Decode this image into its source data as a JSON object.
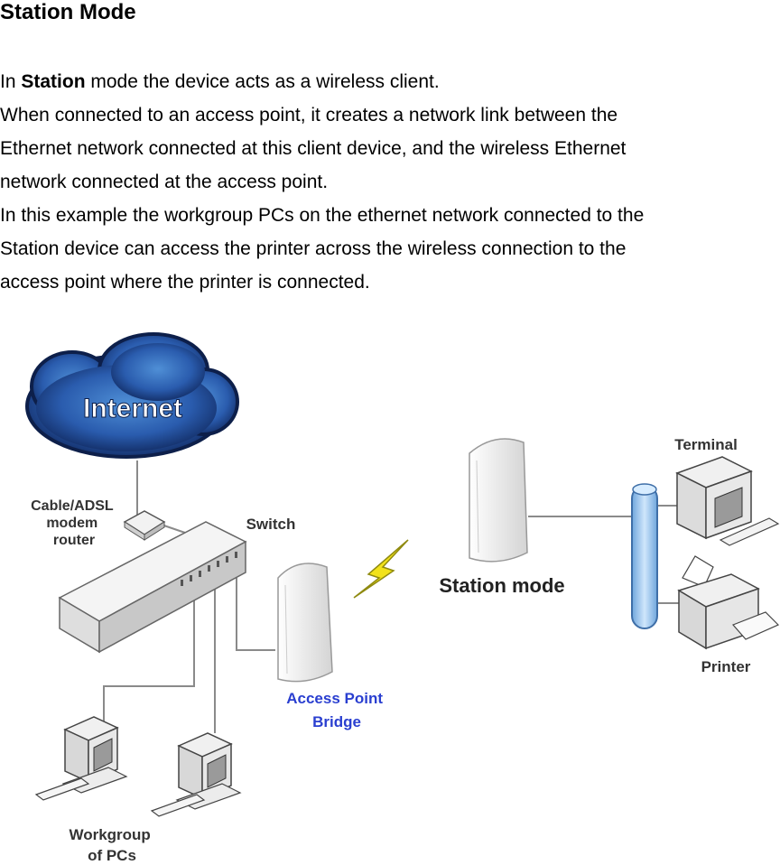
{
  "heading": "Station Mode",
  "intro": {
    "prefix": "In ",
    "bold": "Station",
    "suffix": " mode the device acts as a wireless client."
  },
  "lines": [
    "When connected to an access point, it creates a network link between the",
    "Ethernet network connected at this client device, and the wireless Ethernet",
    "network connected at the access point.",
    "In this example the workgroup PCs on the ethernet network connected to the",
    "Station device can access the printer across the wireless connection to the",
    "access point where the printer is connected."
  ],
  "diagram": {
    "internet": "Internet",
    "router": [
      "Cable/ADSL",
      "modem",
      "router"
    ],
    "switch": "Switch",
    "station_mode": "Station mode",
    "terminal": "Terminal",
    "printer": "Printer",
    "access_point": [
      "Access Point",
      "Bridge"
    ],
    "workgroup": [
      "Workgroup",
      "of PCs"
    ],
    "colors": {
      "cloud": "#1b3f8e",
      "cloud_light": "#5a9ad8",
      "ap_label": "#2a3fd0",
      "bus": "#9cc8ee",
      "bolt": "#f2e21a"
    }
  }
}
